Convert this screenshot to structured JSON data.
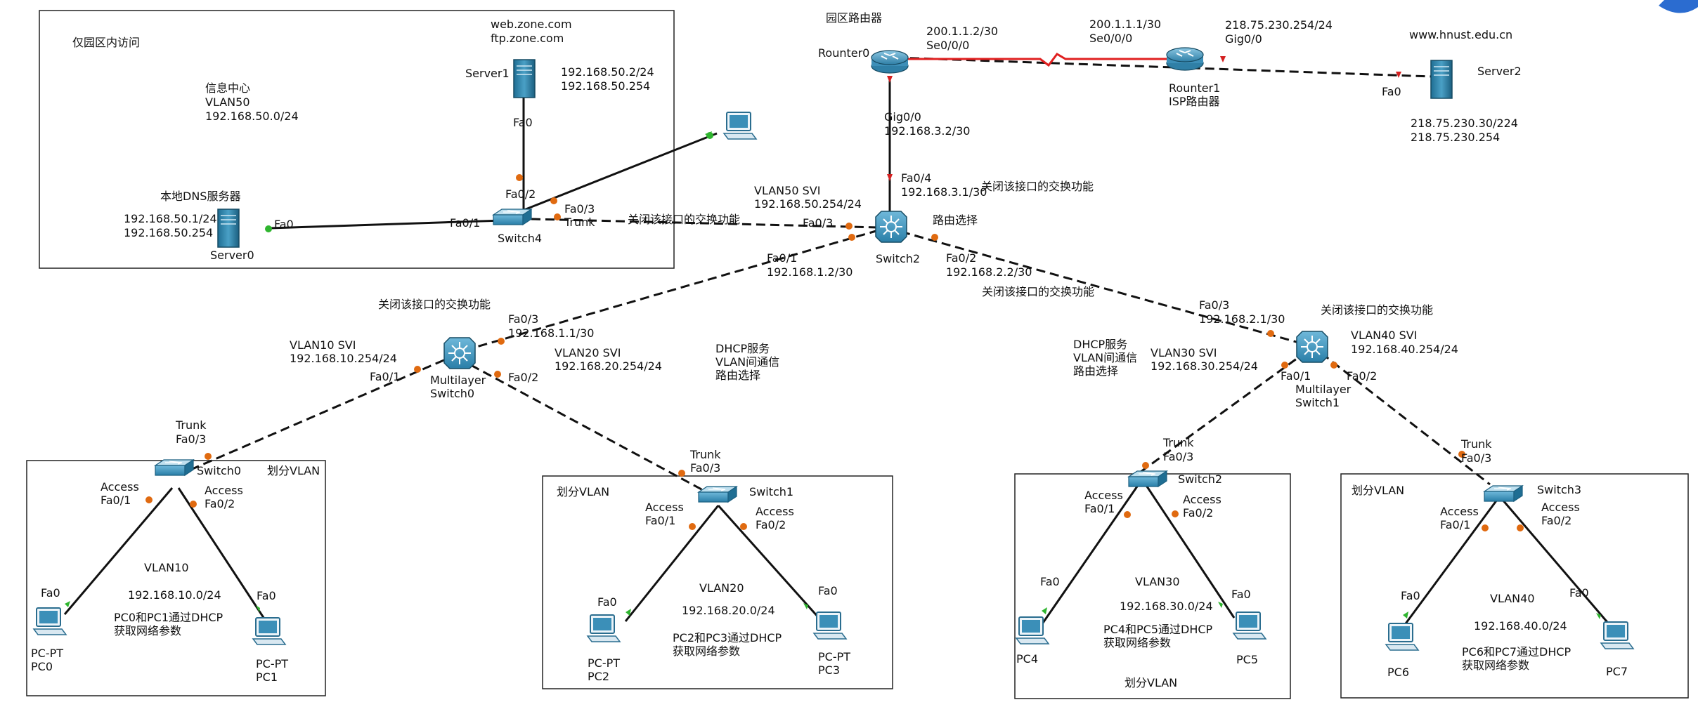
{
  "colors": {
    "link_solid": "#111111",
    "link_serial": "#e02020",
    "port_up": "#2fb52f",
    "port_down": "#e06a10",
    "port_red": "#d42020",
    "device_blue": "#2a7fa8",
    "zone_border": "#222222"
  },
  "zone": {
    "label": "仅园区内访问"
  },
  "devices": {
    "server1": {
      "name": "Server1",
      "url1": "web.zone.com",
      "url2": "ftp.zone.com",
      "ip": "192.168.50.2/24",
      "gw": "192.168.50.254",
      "port": "Fa0"
    },
    "info_center": {
      "line1": "信息中心",
      "line2": "VLAN50",
      "line3": "192.168.50.0/24"
    },
    "server0": {
      "title": "本地DNS服务器",
      "name": "Server0",
      "ip": "192.168.50.1/24",
      "gw": "192.168.50.254",
      "port": "Fa0"
    },
    "switch4": {
      "name": "Switch4",
      "fa01": "Fa0/1",
      "fa02": "Fa0/2",
      "fa03": "Fa0/3",
      "trunk": "Trunk",
      "note": "关闭该接口的交换功能"
    },
    "router0": {
      "title": "园区路由器",
      "name": "Rounter0",
      "se_ip": "200.1.1.2/30",
      "se_port": "Se0/0/0",
      "gig_port": "Gig0/0",
      "gig_ip": "192.168.3.2/30"
    },
    "router1": {
      "name": "Rounter1",
      "desc": "ISP路由器",
      "se_ip": "200.1.1.1/30",
      "se_port": "Se0/0/0",
      "gig_ip": "218.75.230.254/24",
      "gig_port": "Gig0/0"
    },
    "server2": {
      "name": "Server2",
      "url": "www.hnust.edu.cn",
      "port": "Fa0",
      "ip": "218.75.230.30/224",
      "gw": "218.75.230.254"
    },
    "switch2": {
      "name": "Switch2",
      "fa04": "Fa0/4",
      "fa04_ip": "192.168.3.1/30",
      "fa04_note": "关闭该接口的交换功能",
      "svi": "VLAN50   SVI",
      "svi_ip": "192.168.50.254/24",
      "fa03": "Fa0/3",
      "route": "路由选择",
      "fa01": "Fa0/1",
      "fa01_ip": "192.168.1.2/30",
      "fa02": "Fa0/2",
      "fa02_ip": "192.168.2.2/30",
      "fa02_note": "关闭该接口的交换功能"
    },
    "mls0": {
      "name1": "Multilayer",
      "name2": "Switch0",
      "note": "关闭该接口的交换功能",
      "fa03": "Fa0/3",
      "fa03_ip": "192.168.1.1/30",
      "vlan10": "VLAN10   SVI",
      "vlan10_ip": "192.168.10.254/24",
      "vlan20": "VLAN20   SVI",
      "vlan20_ip": "192.168.20.254/24",
      "fa01": "Fa0/1",
      "fa02": "Fa0/2",
      "svc1": "DHCP服务",
      "svc2": "VLAN间通信",
      "svc3": "路由选择"
    },
    "mls1": {
      "name1": "Multilayer",
      "name2": "Switch1",
      "fa03": "Fa0/3",
      "fa03_ip": "192.168.2.1/30",
      "note": "关闭该接口的交换功能",
      "vlan30": "VLAN30   SVI",
      "vlan30_ip": "192.168.30.254/24",
      "vlan40": "VLAN40   SVI",
      "vlan40_ip": "192.168.40.254/24",
      "fa01": "Fa0/1",
      "fa02": "Fa0/2",
      "svc1": "DHCP服务",
      "svc2": "VLAN间通信",
      "svc3": "路由选择"
    }
  },
  "access_blocks": [
    {
      "switch": "Switch0",
      "trunk": "Trunk",
      "trunk_port": "Fa0/3",
      "acc1": "Access",
      "acc1_port": "Fa0/1",
      "acc2": "Access",
      "acc2_port": "Fa0/2",
      "divide": "划分VLAN",
      "vlan": "VLAN10",
      "net": "192.168.10.0/24",
      "dhcp1": "PC0和PC1通过DHCP",
      "dhcp2": "获取网络参数",
      "pc_left_port": "Fa0",
      "pc_right_port": "Fa0",
      "pc_left_type": "PC-PT",
      "pc_left": "PC0",
      "pc_right_type": "PC-PT",
      "pc_right": "PC1"
    },
    {
      "switch": "Switch1",
      "trunk": "Trunk",
      "trunk_port": "Fa0/3",
      "acc1": "Access",
      "acc1_port": "Fa0/1",
      "acc2": "Access",
      "acc2_port": "Fa0/2",
      "divide": "划分VLAN",
      "vlan": "VLAN20",
      "net": "192.168.20.0/24",
      "dhcp1": "PC2和PC3通过DHCP",
      "dhcp2": "获取网络参数",
      "pc_left_port": "Fa0",
      "pc_right_port": "Fa0",
      "pc_left_type": "PC-PT",
      "pc_left": "PC2",
      "pc_right_type": "PC-PT",
      "pc_right": "PC3"
    },
    {
      "switch": "Switch2",
      "trunk": "Trunk",
      "trunk_port": "Fa0/3",
      "acc1": "Access",
      "acc1_port": "Fa0/1",
      "acc2": "Access",
      "acc2_port": "Fa0/2",
      "divide": "划分VLAN",
      "vlan": "VLAN30",
      "net": "192.168.30.0/24",
      "dhcp1": "PC4和PC5通过DHCP",
      "dhcp2": "获取网络参数",
      "pc_left_port": "Fa0",
      "pc_right_port": "Fa0",
      "pc_left_type": "",
      "pc_left": "PC4",
      "pc_right_type": "",
      "pc_right": "PC5"
    },
    {
      "switch": "Switch3",
      "trunk": "Trunk",
      "trunk_port": "Fa0/3",
      "acc1": "Access",
      "acc1_port": "Fa0/1",
      "acc2": "Access",
      "acc2_port": "Fa0/2",
      "divide": "划分VLAN",
      "vlan": "VLAN40",
      "net": "192.168.40.0/24",
      "dhcp1": "PC6和PC7通过DHCP",
      "dhcp2": "获取网络参数",
      "pc_left_port": "Fa0",
      "pc_right_port": "Fa0",
      "pc_left_type": "",
      "pc_left": "PC6",
      "pc_right_type": "",
      "pc_right": "PC7"
    }
  ]
}
